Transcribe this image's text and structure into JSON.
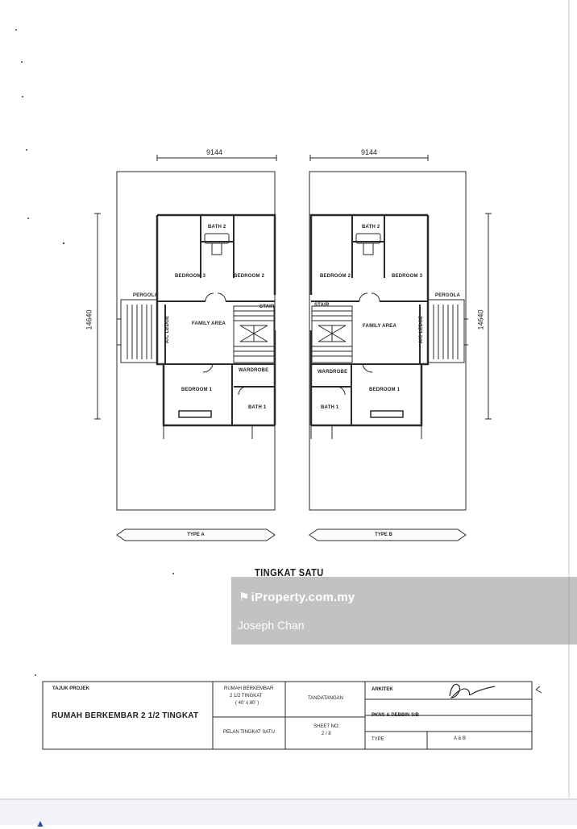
{
  "plan_a": {
    "width_dim": "9144",
    "depth_dim": "14640",
    "rooms": {
      "bath_2": "BATH 2",
      "bedroom_3": "BEDROOM 3",
      "bedroom_2": "BEDROOM 2",
      "pergola": "PERGOLA",
      "family_area": "FAMILY AREA",
      "stair": "STAIR",
      "ac_ledge": "A/C LEDGE",
      "bedroom_1": "BEDROOM 1",
      "wardrobe": "WARDROBE",
      "bath_1": "BATH 1"
    },
    "type_label": "TYPE A"
  },
  "plan_b": {
    "width_dim": "9144",
    "depth_dim": "14640",
    "rooms": {
      "bath_2": "BATH 2",
      "bedroom_2": "BEDROOM 2",
      "bedroom_3": "BEDROOM 3",
      "pergola": "PERGOLA",
      "family_area": "FAMILY AREA",
      "stair": "STAIR",
      "ac_ledge": "A/C LEDGE",
      "wardrobe": "WARDROBE",
      "bedroom_1": "BEDROOM 1",
      "bath_1": "BATH 1"
    },
    "type_label": "TYPE B"
  },
  "level_title": "TINGKAT SATU",
  "watermark": {
    "brand": "iProperty.com.my",
    "pin_icon": "location-pin-icon",
    "agent": "Joseph Chan"
  },
  "title_block": {
    "project_label": "TAJUK PROJEK",
    "project_name": "RUMAH BERKEMBAR 2 1/2 TINGKAT",
    "project_desc_line1": "RUMAH BERKEMBAR",
    "project_desc_line2": "2 1/2 TINGKAT",
    "project_desc_line3": "( 40' x 80' )",
    "drawing_title": "PELAN TINGKAT SATU",
    "signature_label": "TANDATANGAN",
    "sheet_label": "SHEET NO:",
    "sheet_value": "2 / 8",
    "architect_label": "ARKITEK",
    "developer_label": "PKNS & DEBBIN S/B",
    "type_label": "TYPE",
    "type_value": "A & B"
  }
}
